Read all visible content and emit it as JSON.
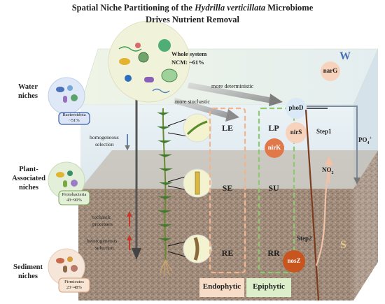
{
  "title": {
    "line1_prefix": "Spatial Niche Partitioning of the ",
    "line1_species": "Hydrilla verticillata",
    "line1_suffix": " Microbiome",
    "line2": "Drives Nutrient Removal"
  },
  "whole_system": {
    "label": "Whole system",
    "ncm": "NCM: ~61%"
  },
  "niches": {
    "water": {
      "line1": "Water",
      "line2": "niches",
      "taxon": "Bacteroidota",
      "pct": "~51%"
    },
    "plant": {
      "line1": "Plant-",
      "line2": "Associated",
      "line3": "niches",
      "taxon": "Protobacteria",
      "pct": "43~90%"
    },
    "sediment": {
      "line1": "Sediment",
      "line2": "niches",
      "taxon": "Firmicutes",
      "pct": "23~48%"
    }
  },
  "processes": {
    "homogeneous_1": "homogeneous",
    "homogeneous_2": "selection",
    "stochastic_1": "tochastic",
    "stochastic_2": "processes",
    "heterogeneous_1": "heterogeneous",
    "heterogeneous_2": "selection"
  },
  "arrows": {
    "stochastic": "more stochastic",
    "deterministic": "more deterministic"
  },
  "compartments": {
    "LE": "LE",
    "SE": "SE",
    "RE": "RE",
    "LP": "LP",
    "SU": "SU",
    "RR": "RR",
    "endophytic": "Endophytic",
    "epiphytic": "Epiphytic"
  },
  "genes": {
    "narG": "narG",
    "phoD": "phoD",
    "nirS": "nirS",
    "nirK": "nirK",
    "nosZ": "nosZ"
  },
  "steps": {
    "step1": "Step1",
    "step2": "Step2"
  },
  "chemicals": {
    "po4": "PO",
    "po4_sub": "4",
    "po4_sup": "+",
    "no2": "NO",
    "no2_sub": "2"
  },
  "zones": {
    "water": "W",
    "sediment": "S"
  },
  "colors": {
    "water_box": "#dfe9ef",
    "water_top": "#e8f1e4",
    "sediment": "#9a8574",
    "dashed_orange": "#f2b48c",
    "dashed_green": "#8ccb6c",
    "gene_dark": "#d9713e",
    "gene_light": "#f7d2bd",
    "pill_blue": "#3a5ea8"
  }
}
